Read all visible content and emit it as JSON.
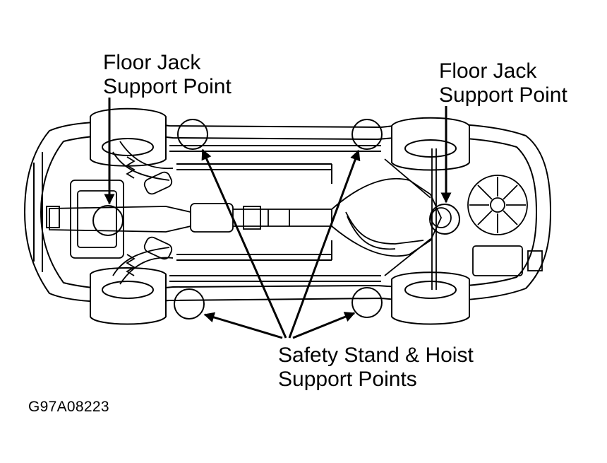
{
  "labels": {
    "floor_jack_front": [
      "Floor Jack",
      "Support Point"
    ],
    "floor_jack_rear": [
      "Floor Jack",
      "Support Point"
    ],
    "safety_stand": [
      "Safety Stand & Hoist",
      "Support Points"
    ]
  },
  "figure_id": "G97A08223",
  "colors": {
    "line": "#000000",
    "background": "#ffffff"
  }
}
